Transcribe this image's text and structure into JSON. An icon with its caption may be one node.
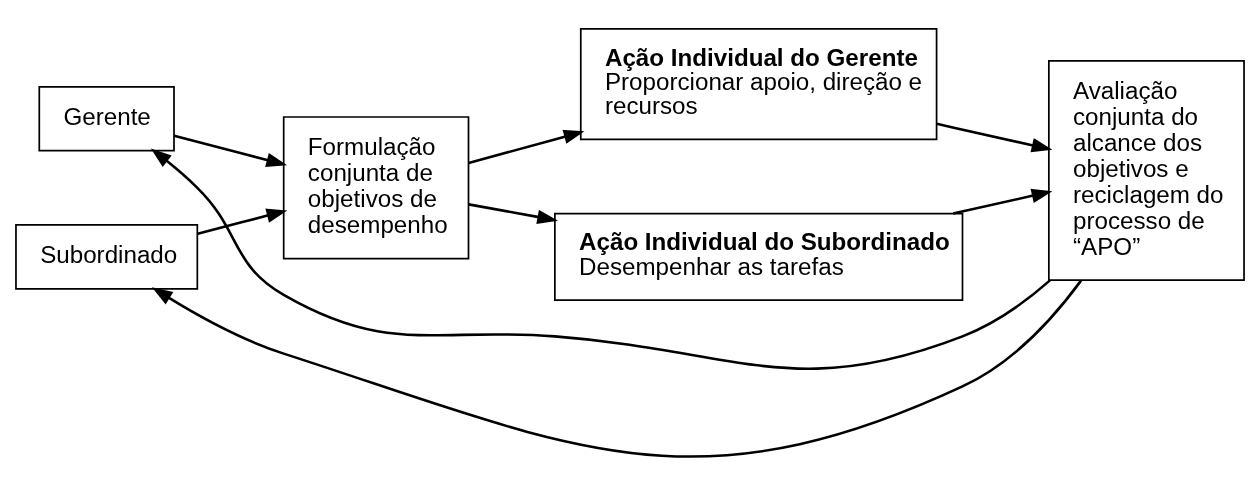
{
  "diagram": {
    "nodes": [
      {
        "text": [
          "Gerente"
        ]
      },
      {
        "text": [
          "Subordinado"
        ]
      },
      {
        "text": [
          "Formulação conjunta de objetivos de desempenho"
        ]
      },
      {
        "text": [
          "Ação Individual do Gerente",
          "Proporcionar apoio, direção e recursos"
        ]
      },
      {
        "text": [
          "Ação Individual do Subordinado",
          "Desempenhar as tarefas"
        ]
      },
      {
        "text": [
          "Avaliação conjunta do alcance dos objetivos e reciclagem do processo de “APO”"
        ]
      }
    ],
    "edges": [
      {
        "from": 0,
        "to": 2,
        "arrow": "to"
      },
      {
        "from": 1,
        "to": 2,
        "arrow": "to"
      },
      {
        "from": 2,
        "to": 3,
        "arrow": "to"
      },
      {
        "from": 2,
        "to": 4,
        "arrow": "to"
      },
      {
        "from": 3,
        "to": 5,
        "arrow": "to"
      },
      {
        "from": 4,
        "to": 5,
        "arrow": "to"
      },
      {
        "from": 5,
        "to": 0,
        "arrow": "to"
      },
      {
        "from": 5,
        "to": 1,
        "arrow": "to"
      }
    ]
  }
}
